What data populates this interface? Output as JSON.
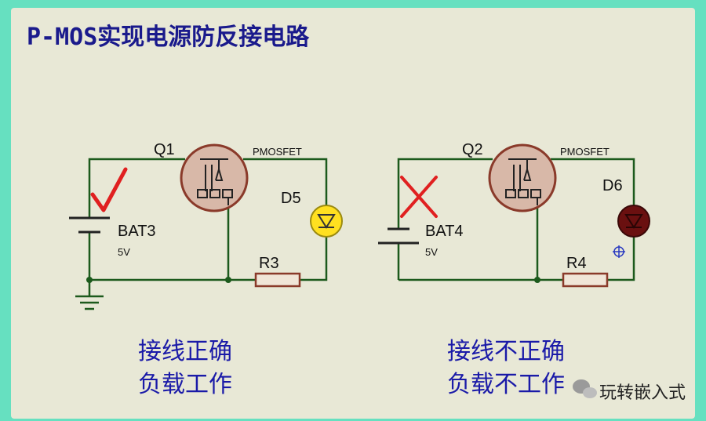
{
  "title": "P-MOS实现电源防反接电路",
  "left_circuit": {
    "q_label": "Q1",
    "mos_label": "PMOSFET",
    "d_label": "D5",
    "bat_label": "BAT3",
    "bat_value": "5V",
    "r_label": "R3",
    "caption_line1": "接线正确",
    "caption_line2": "负载工作"
  },
  "right_circuit": {
    "q_label": "Q2",
    "mos_label": "PMOSFET",
    "d_label": "D6",
    "bat_label": "BAT4",
    "bat_value": "5V",
    "r_label": "R4",
    "caption_line1": "接线不正确",
    "caption_line2": "负载不工作"
  },
  "watermark": "玩转嵌入式",
  "colors": {
    "wire": "#1c5a1c",
    "led_on": "#ffe020",
    "led_off": "#6a1010",
    "check": "#e02020",
    "cross": "#e02020",
    "mos_body": "#d8b8a8",
    "mos_ring": "#8a3a2a",
    "caption": "#1a1aa8",
    "title": "#1a1a8c"
  }
}
